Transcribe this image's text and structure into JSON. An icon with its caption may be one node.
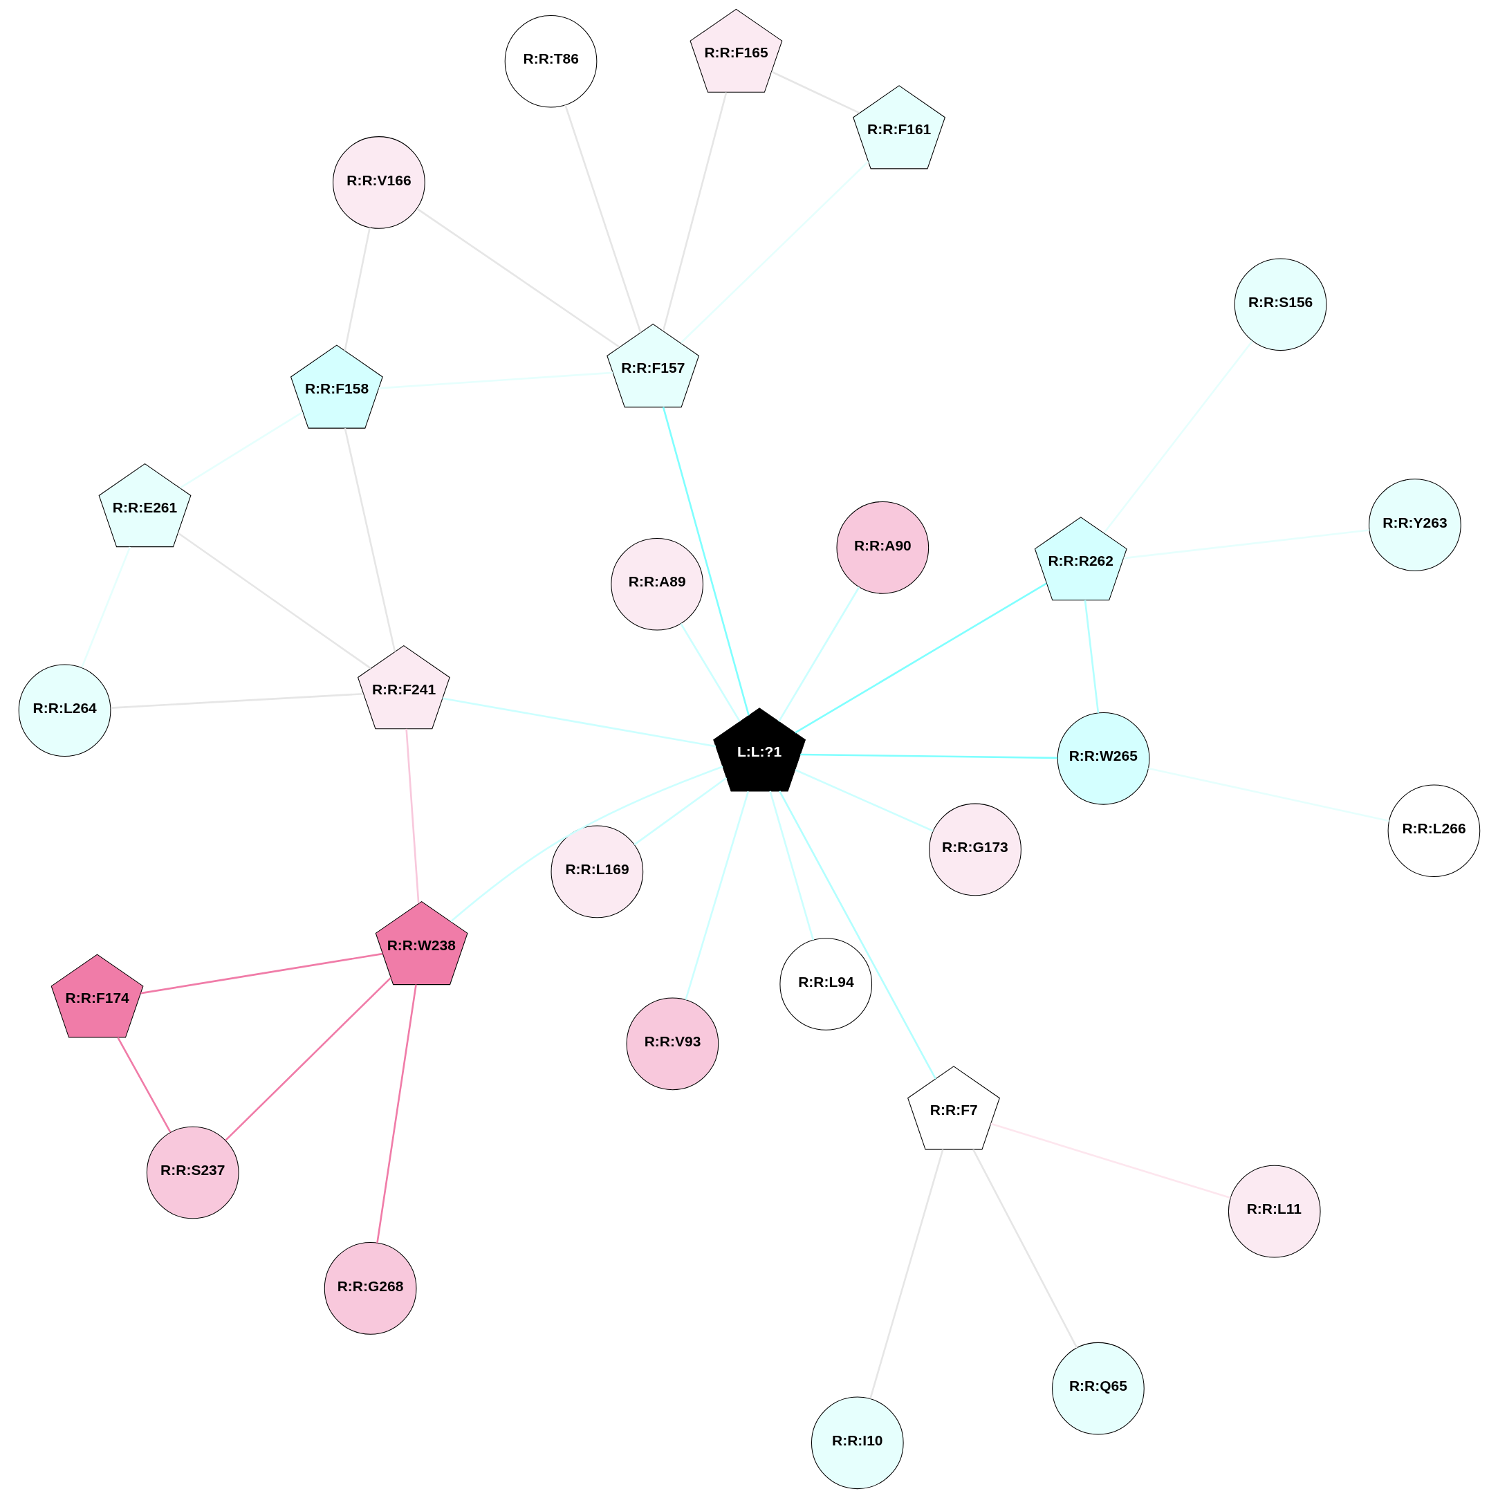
{
  "diagram": {
    "nodes": [
      {
        "text": [
          "L:L:?1"
        ]
      },
      {
        "text": [
          "R:R:F7"
        ]
      },
      {
        "text": [
          "R:R:I10"
        ]
      },
      {
        "text": [
          "R:R:L11"
        ]
      },
      {
        "text": [
          "R:R:Q65"
        ]
      },
      {
        "text": [
          "R:R:T86"
        ]
      },
      {
        "text": [
          "R:R:A89"
        ]
      },
      {
        "text": [
          "R:R:A90"
        ]
      },
      {
        "text": [
          "R:R:V93"
        ]
      },
      {
        "text": [
          "R:R:L94"
        ]
      },
      {
        "text": [
          "R:R:F157"
        ]
      },
      {
        "text": [
          "R:R:F158"
        ]
      },
      {
        "text": [
          "R:R:F161"
        ]
      },
      {
        "text": [
          "R:R:F165"
        ]
      },
      {
        "text": [
          "R:R:V166"
        ]
      },
      {
        "text": [
          "R:R:L169"
        ]
      },
      {
        "text": [
          "R:R:G173"
        ]
      },
      {
        "text": [
          "R:R:F174"
        ]
      },
      {
        "text": [
          "R:R:S237"
        ]
      },
      {
        "text": [
          "R:R:W238"
        ]
      },
      {
        "text": [
          "R:R:F241"
        ]
      },
      {
        "text": [
          "R:R:E261"
        ]
      },
      {
        "text": [
          "R:R:R262"
        ]
      },
      {
        "text": [
          "R:R:Y263"
        ]
      },
      {
        "text": [
          "R:R:L264"
        ]
      },
      {
        "text": [
          "R:R:W265"
        ]
      },
      {
        "text": [
          "R:R:L266"
        ]
      },
      {
        "text": [
          "R:R:S156"
        ]
      },
      {
        "text": [
          "R:R:G268"
        ]
      }
    ],
    "edges": [
      {
        "from": 1,
        "to": 2,
        "arrow": "none",
        "color": "#e6e6e6"
      },
      {
        "from": 1,
        "to": 3,
        "arrow": "none",
        "color": "#fde6ee"
      },
      {
        "from": 1,
        "to": 4,
        "arrow": "none",
        "color": "#e6e6e6"
      },
      {
        "from": 1,
        "to": 0,
        "arrow": "none",
        "color": "#b3ffff"
      },
      {
        "from": 5,
        "to": 10,
        "arrow": "none",
        "color": "#e6e6e6"
      },
      {
        "from": 16,
        "to": 0,
        "arrow": "none",
        "color": "#ccffff"
      },
      {
        "from": 6,
        "to": 0,
        "arrow": "none",
        "color": "#ccffff"
      },
      {
        "from": 7,
        "to": 0,
        "arrow": "none",
        "color": "#ccffff"
      },
      {
        "from": 8,
        "to": 0,
        "arrow": "none",
        "color": "#ccffff"
      },
      {
        "from": 9,
        "to": 0,
        "arrow": "none",
        "color": "#ccffff"
      },
      {
        "from": 11,
        "to": 20,
        "arrow": "none",
        "color": "#e6e6e6"
      },
      {
        "from": 11,
        "to": 21,
        "arrow": "none",
        "color": "#e6fffd"
      },
      {
        "from": 11,
        "to": 10,
        "arrow": "none",
        "color": "#e6fffd"
      },
      {
        "from": 11,
        "to": 14,
        "arrow": "none",
        "color": "#e6e6e6"
      },
      {
        "from": 12,
        "to": 10,
        "arrow": "none",
        "color": "#e6fffd"
      },
      {
        "from": 12,
        "to": 13,
        "arrow": "none",
        "color": "#e6e6e6"
      },
      {
        "from": 13,
        "to": 10,
        "arrow": "none",
        "color": "#e6e6e6"
      },
      {
        "from": 10,
        "to": 14,
        "arrow": "none",
        "color": "#e6e6e6"
      },
      {
        "from": 10,
        "to": 0,
        "arrow": "none",
        "color": "#80ffff"
      },
      {
        "from": 15,
        "to": 0,
        "arrow": "none",
        "color": "#ccffff"
      },
      {
        "from": 19,
        "to": 0,
        "arrow": "none",
        "color": "#ccffff"
      },
      {
        "from": 20,
        "to": 0,
        "arrow": "none",
        "color": "#ccffff"
      },
      {
        "from": 22,
        "to": 0,
        "arrow": "none",
        "color": "#80ffff"
      },
      {
        "from": 25,
        "to": 0,
        "arrow": "none",
        "color": "#80ffff"
      },
      {
        "from": 26,
        "to": 25,
        "arrow": "none",
        "color": "#e6fffd"
      },
      {
        "from": 27,
        "to": 22,
        "arrow": "none",
        "color": "#e6fffd"
      },
      {
        "from": 25,
        "to": 22,
        "arrow": "none",
        "color": "#b3ffff"
      },
      {
        "from": 23,
        "to": 22,
        "arrow": "none",
        "color": "#e6fffd"
      },
      {
        "from": 20,
        "to": 19,
        "arrow": "none",
        "color": "#f8c8dc"
      },
      {
        "from": 20,
        "to": 24,
        "arrow": "none",
        "color": "#e6e6e6"
      },
      {
        "from": 20,
        "to": 21,
        "arrow": "none",
        "color": "#e6e6e6"
      },
      {
        "from": 24,
        "to": 21,
        "arrow": "none",
        "color": "#e6fffd"
      },
      {
        "from": 19,
        "to": 17,
        "arrow": "none",
        "color": "#f07ca8"
      },
      {
        "from": 19,
        "to": 18,
        "arrow": "none",
        "color": "#f07ca8"
      },
      {
        "from": 19,
        "to": 28,
        "arrow": "none",
        "color": "#f07ca8"
      },
      {
        "from": 17,
        "to": 18,
        "arrow": "none",
        "color": "#f07ca8"
      }
    ]
  }
}
